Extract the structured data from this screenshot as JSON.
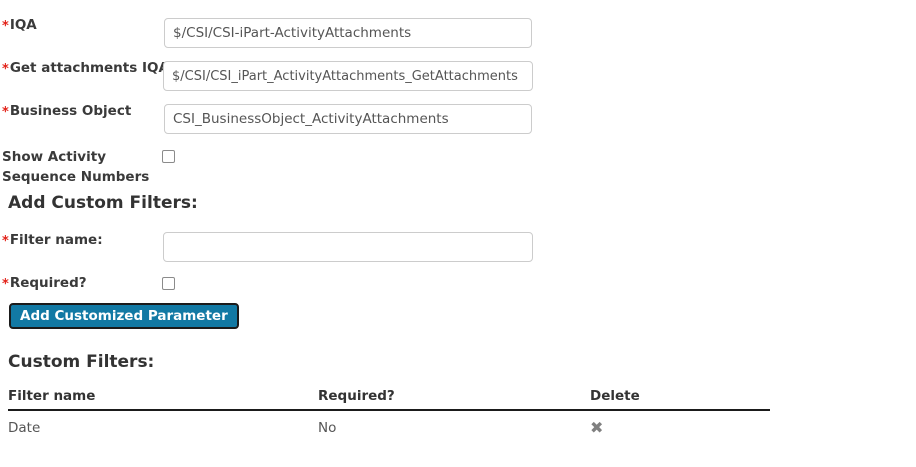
{
  "form": {
    "fields": [
      {
        "label": "IQA",
        "required": true,
        "value": "$/CSI/CSI-iPart-ActivityAttachments",
        "placeholder": ""
      },
      {
        "label": "Get attachments IQA",
        "required": true,
        "value": "$/CSI/CSI_iPart_ActivityAttachments_GetAttachments",
        "placeholder": ""
      },
      {
        "label": "Business Object",
        "required": true,
        "value": "CSI_BusinessObject_ActivityAttachments",
        "placeholder": ""
      }
    ],
    "show_sequence": {
      "label_line1": "Show Activity",
      "label_line2": "Sequence Numbers",
      "required": false,
      "checked": false
    }
  },
  "add_filters": {
    "heading": "Add Custom Filters:",
    "filter_name": {
      "label": "Filter name:",
      "required": true,
      "value": "",
      "placeholder": ""
    },
    "required_flag": {
      "label": "Required?",
      "required": true,
      "checked": false
    },
    "add_button_label": "Add Customized Parameter"
  },
  "custom_filters": {
    "heading": "Custom Filters:",
    "columns": [
      "Filter name",
      "Required?",
      "Delete"
    ],
    "rows": [
      {
        "name": "Date",
        "required": "No",
        "delete_icon": "✖"
      }
    ]
  },
  "icons": {
    "delete": "✖",
    "required_marker": "*"
  },
  "colors": {
    "accent": "#1279a4",
    "required": "#e2231a",
    "text": "#333333",
    "input_text": "#555555",
    "border": "#cccccc",
    "rule": "#1b1b1b"
  }
}
